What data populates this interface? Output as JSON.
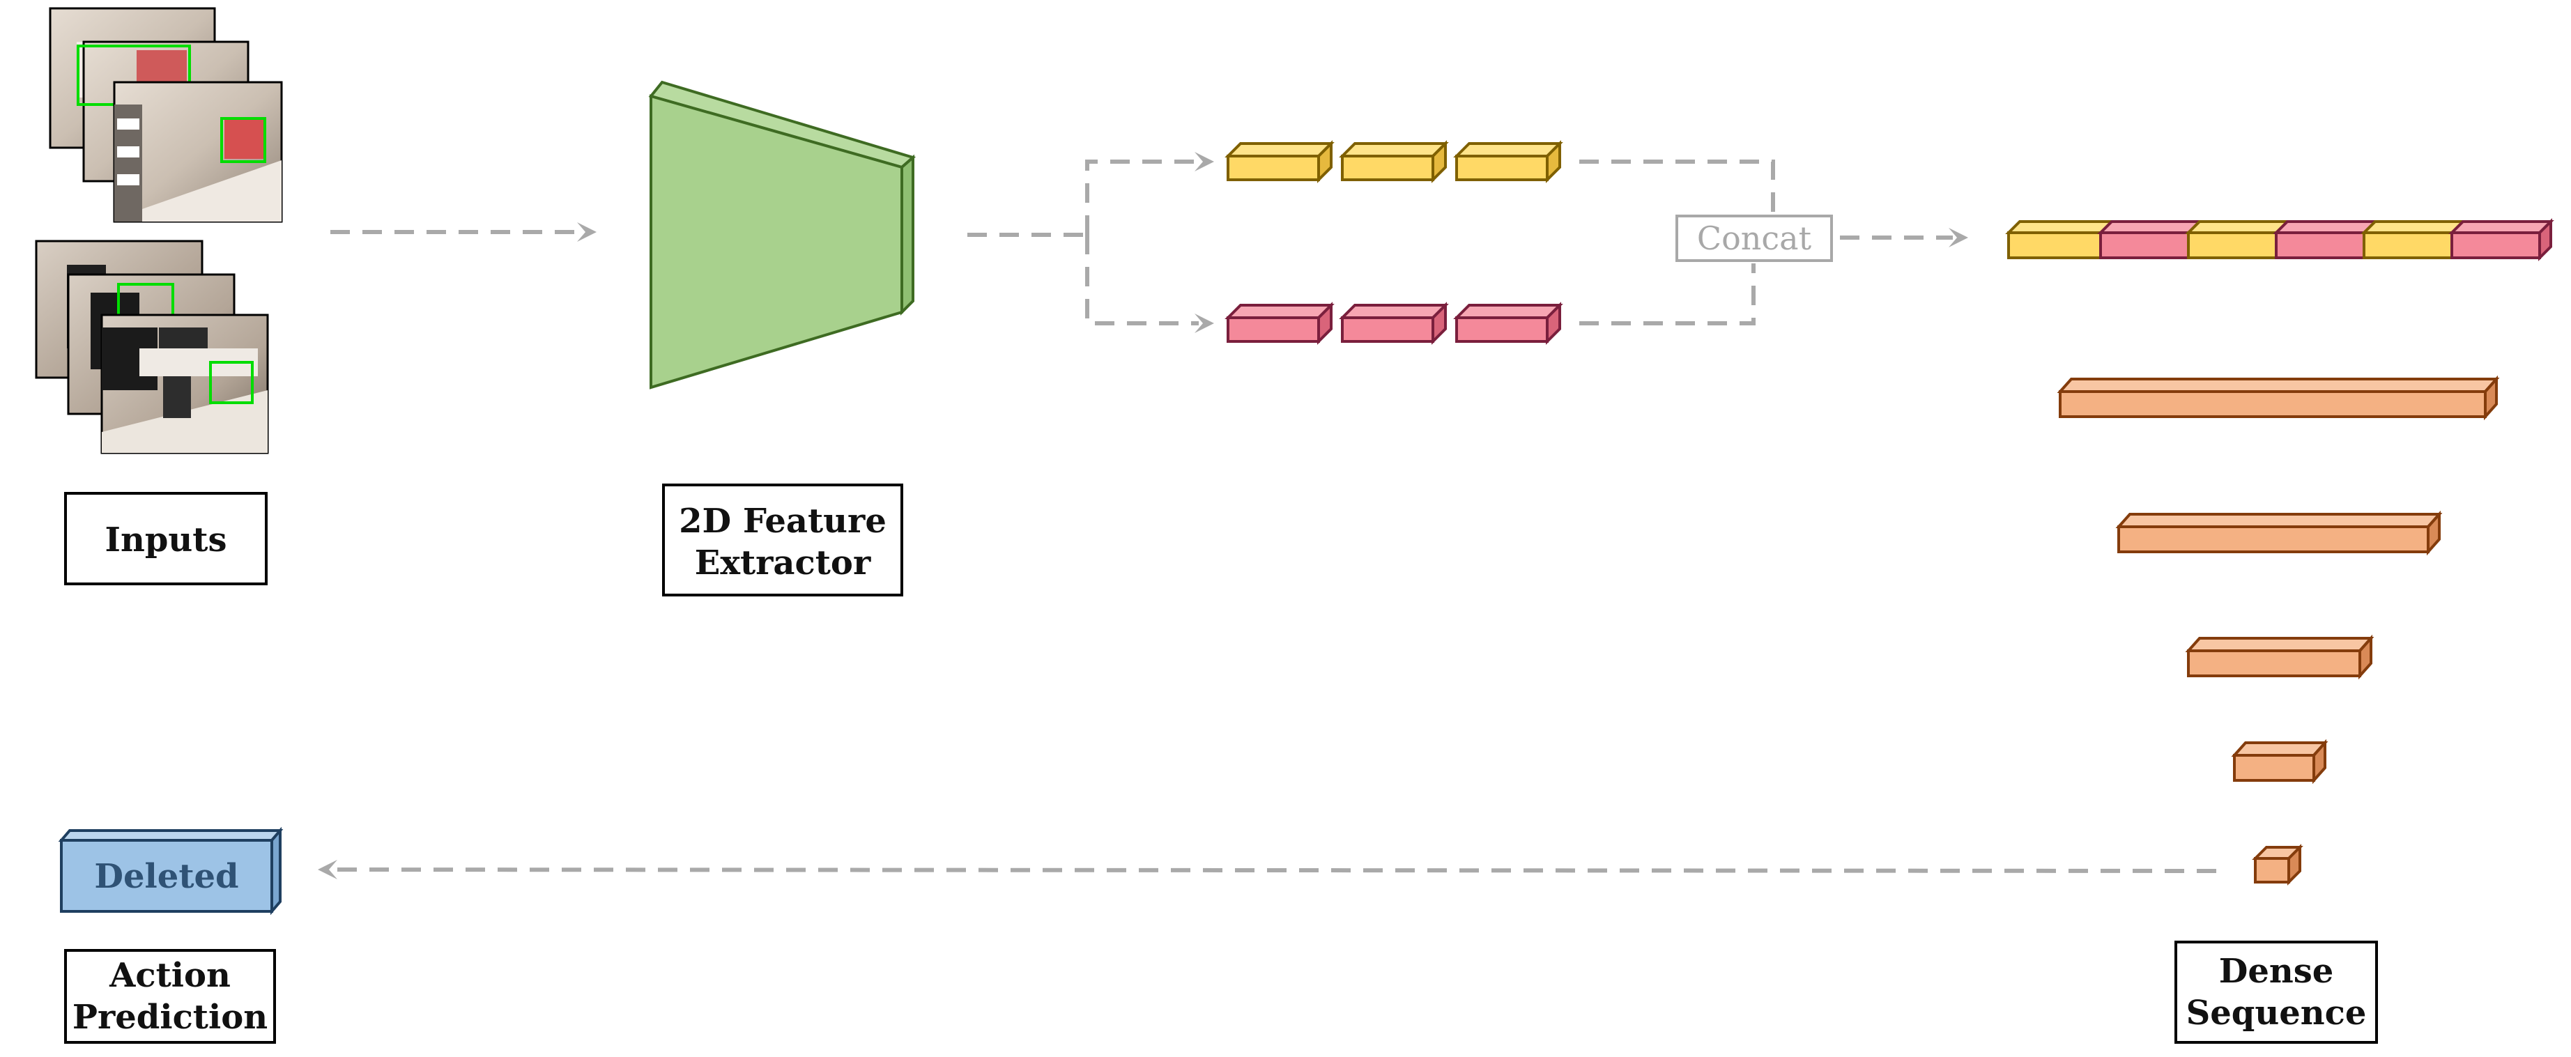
{
  "labels": {
    "inputs": "Inputs",
    "extractor_line1": "2D Feature",
    "extractor_line2": "Extractor",
    "concat": "Concat",
    "deleted": "Deleted",
    "action_line1": "Action",
    "action_line2": "Prediction",
    "dense_line1": "Dense",
    "dense_line2": "Sequence"
  },
  "colors": {
    "extractor_fill": "#a8d18d",
    "extractor_stroke": "#3e6b22",
    "token_yellow": "#ffd966",
    "token_yellow_stroke": "#7f6000",
    "token_pink": "#f4899a",
    "token_pink_stroke": "#7a1f3d",
    "dense_orange": "#f4b183",
    "dense_orange_stroke": "#843c0c",
    "deleted_fill": "#9dc3e6",
    "deleted_stroke": "#1f3f60",
    "arrow": "#a9a9a9",
    "detection_box": "#00dd00"
  }
}
